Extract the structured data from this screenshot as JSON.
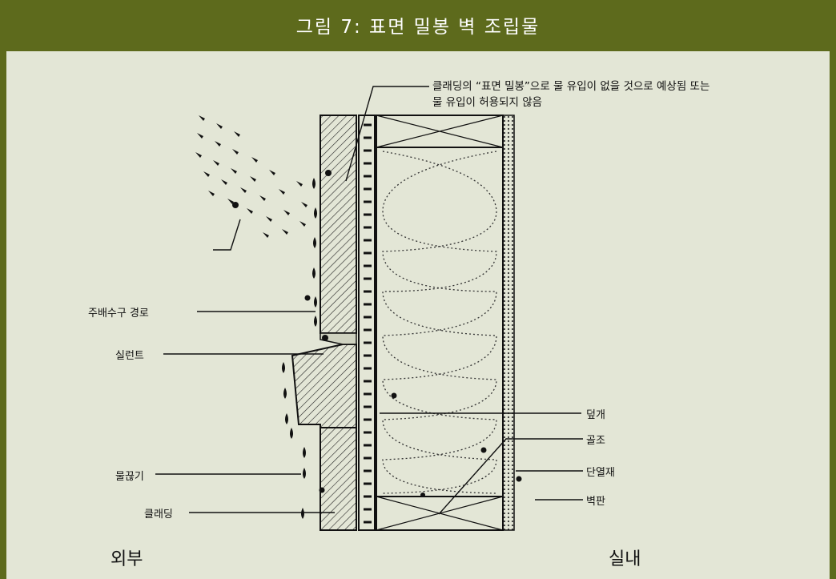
{
  "title": "그림 7: 표면 밀봉 벽 조립물",
  "annotation": {
    "line1": "클래딩의 “표면 밀봉”으로 물 유입이 없을 것으로 예상됨 또는",
    "line2": "물 유입이 허용되지 않음"
  },
  "labels": {
    "drainage_path": "주배수구 경로",
    "sealant": "실런트",
    "drip_edge": "물끊기",
    "cladding": "클래딩",
    "sheathing": "덮개",
    "framing": "골조",
    "insulation": "단열재",
    "wallboard": "벽판",
    "exterior": "외부",
    "interior": "실내"
  },
  "colors": {
    "frame": "#5d6a1c",
    "panel": "#e3e6d6",
    "ink": "#111111"
  }
}
